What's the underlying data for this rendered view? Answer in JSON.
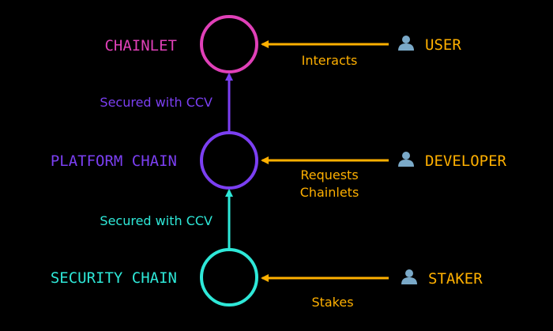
{
  "colors": {
    "background": "#000000",
    "chainlet": "#e040b8",
    "platform": "#7b3ff2",
    "security": "#2ee8d8",
    "actor": "#ffb000",
    "user_icon": "#7aa9c8"
  },
  "chains": {
    "chainlet": {
      "label": "CHAINLET"
    },
    "platform": {
      "label": "PLATFORM CHAIN"
    },
    "security": {
      "label": "SECURITY CHAIN"
    }
  },
  "links": {
    "platform_to_chainlet": {
      "label": "Secured with CCV"
    },
    "security_to_platform": {
      "label": "Secured with CCV"
    }
  },
  "actors": {
    "user": {
      "label": "USER",
      "icon": "person-icon",
      "action": "Interacts"
    },
    "developer": {
      "label": "DEVELOPER",
      "icon": "person-icon",
      "action_line1": "Requests",
      "action_line2": "Chainlets"
    },
    "staker": {
      "label": "STAKER",
      "icon": "person-icon",
      "action": "Stakes"
    }
  }
}
